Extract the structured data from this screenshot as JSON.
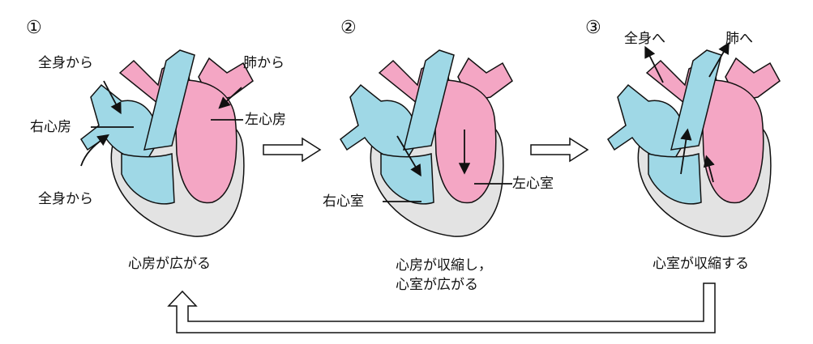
{
  "steps": [
    {
      "number": "①",
      "caption": [
        "心房が広がる"
      ],
      "labels": {
        "from_body_top": "全身から",
        "from_lung": "肺から",
        "right_atrium": "右心房",
        "left_atrium": "左心房",
        "from_body_bottom": "全身から"
      }
    },
    {
      "number": "②",
      "caption": [
        "心房が収縮し，",
        "心室が広がる"
      ],
      "labels": {
        "right_ventricle": "右心室",
        "left_ventricle": "左心室"
      }
    },
    {
      "number": "③",
      "caption": [
        "心室が収縮する"
      ],
      "labels": {
        "to_body": "全身へ",
        "to_lung": "肺へ"
      }
    }
  ],
  "colors": {
    "blue": "#9fd8e6",
    "pink": "#f4a6c4",
    "wall": "#e3e3e3",
    "line": "#111111"
  }
}
